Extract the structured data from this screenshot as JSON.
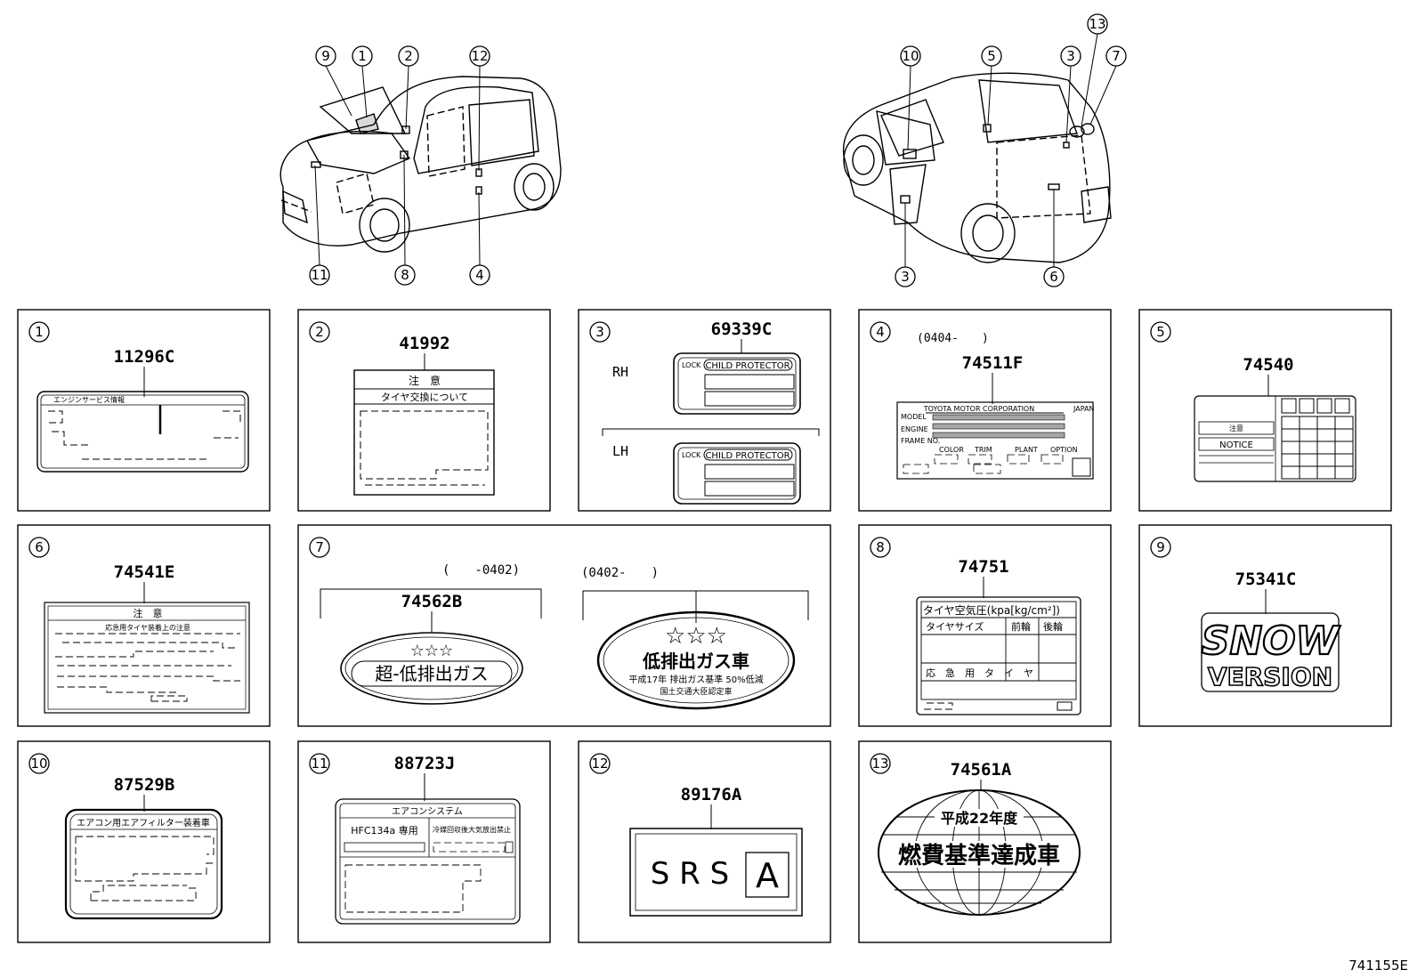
{
  "drawing_number": "741155E",
  "callouts": {
    "front": [
      "9",
      "1",
      "2",
      "12",
      "11",
      "8",
      "4"
    ],
    "rear": [
      "10",
      "5",
      "3",
      "7",
      "13",
      "3",
      "6"
    ]
  },
  "panels": [
    {
      "num": "1",
      "part": "11296C",
      "label_text": "エンジンサービス情報"
    },
    {
      "num": "2",
      "part": "41992",
      "header": "注　意",
      "subheader": "タイヤ交換について"
    },
    {
      "num": "3",
      "part": "69339C",
      "side_rh": "RH",
      "side_lh": "LH",
      "lock": "LOCK",
      "protector": "CHILD PROTECTOR"
    },
    {
      "num": "4",
      "part": "74511F",
      "range": "(0404-　　)",
      "maker": "TOYOTA MOTOR CORPORATION",
      "country": "JAPAN",
      "model": "MODEL",
      "engine": "ENGINE",
      "frame": "FRAME NO.",
      "color": "COLOR",
      "trim": "TRIM",
      "plant": "PLANT",
      "option": "OPTION"
    },
    {
      "num": "5",
      "part": "74540",
      "caution": "注意",
      "notice": "NOTICE"
    },
    {
      "num": "6",
      "part": "74541E",
      "header": "注　意",
      "subheader": "応急用タイヤ装着上の注意"
    },
    {
      "num": "7",
      "part": "74562B",
      "range_a": "(　　-0402)",
      "range_b": "(0402-　　)",
      "stars": "☆☆☆",
      "low_a": "超-低排出ガス",
      "low_b": "低排出ガス車",
      "std_line": "平成17年 排出ガス基準 50%低減",
      "cert_line": "国土交通大臣認定車"
    },
    {
      "num": "8",
      "part": "74751",
      "title": "タイヤ空気圧(kpa[kg/cm²])",
      "col1": "タイヤサイズ",
      "col2": "前輪",
      "col3": "後輪",
      "spare": "応　急　用　タ　イ　ヤ"
    },
    {
      "num": "9",
      "part": "75341C",
      "line1": "SNOW",
      "line2": "VERSION"
    },
    {
      "num": "10",
      "part": "87529B",
      "title": "エアコン用エアフィルター装着車"
    },
    {
      "num": "11",
      "part": "88723J",
      "title": "エアコンシステム",
      "refrigerant": "HFC134a 専用",
      "note": "冷媒回収後大気放出禁止"
    },
    {
      "num": "12",
      "part": "89176A",
      "srs": "S R S",
      "letter": "A"
    },
    {
      "num": "13",
      "part": "74561A",
      "year": "平成22年度",
      "text": "燃費基準達成車"
    }
  ]
}
